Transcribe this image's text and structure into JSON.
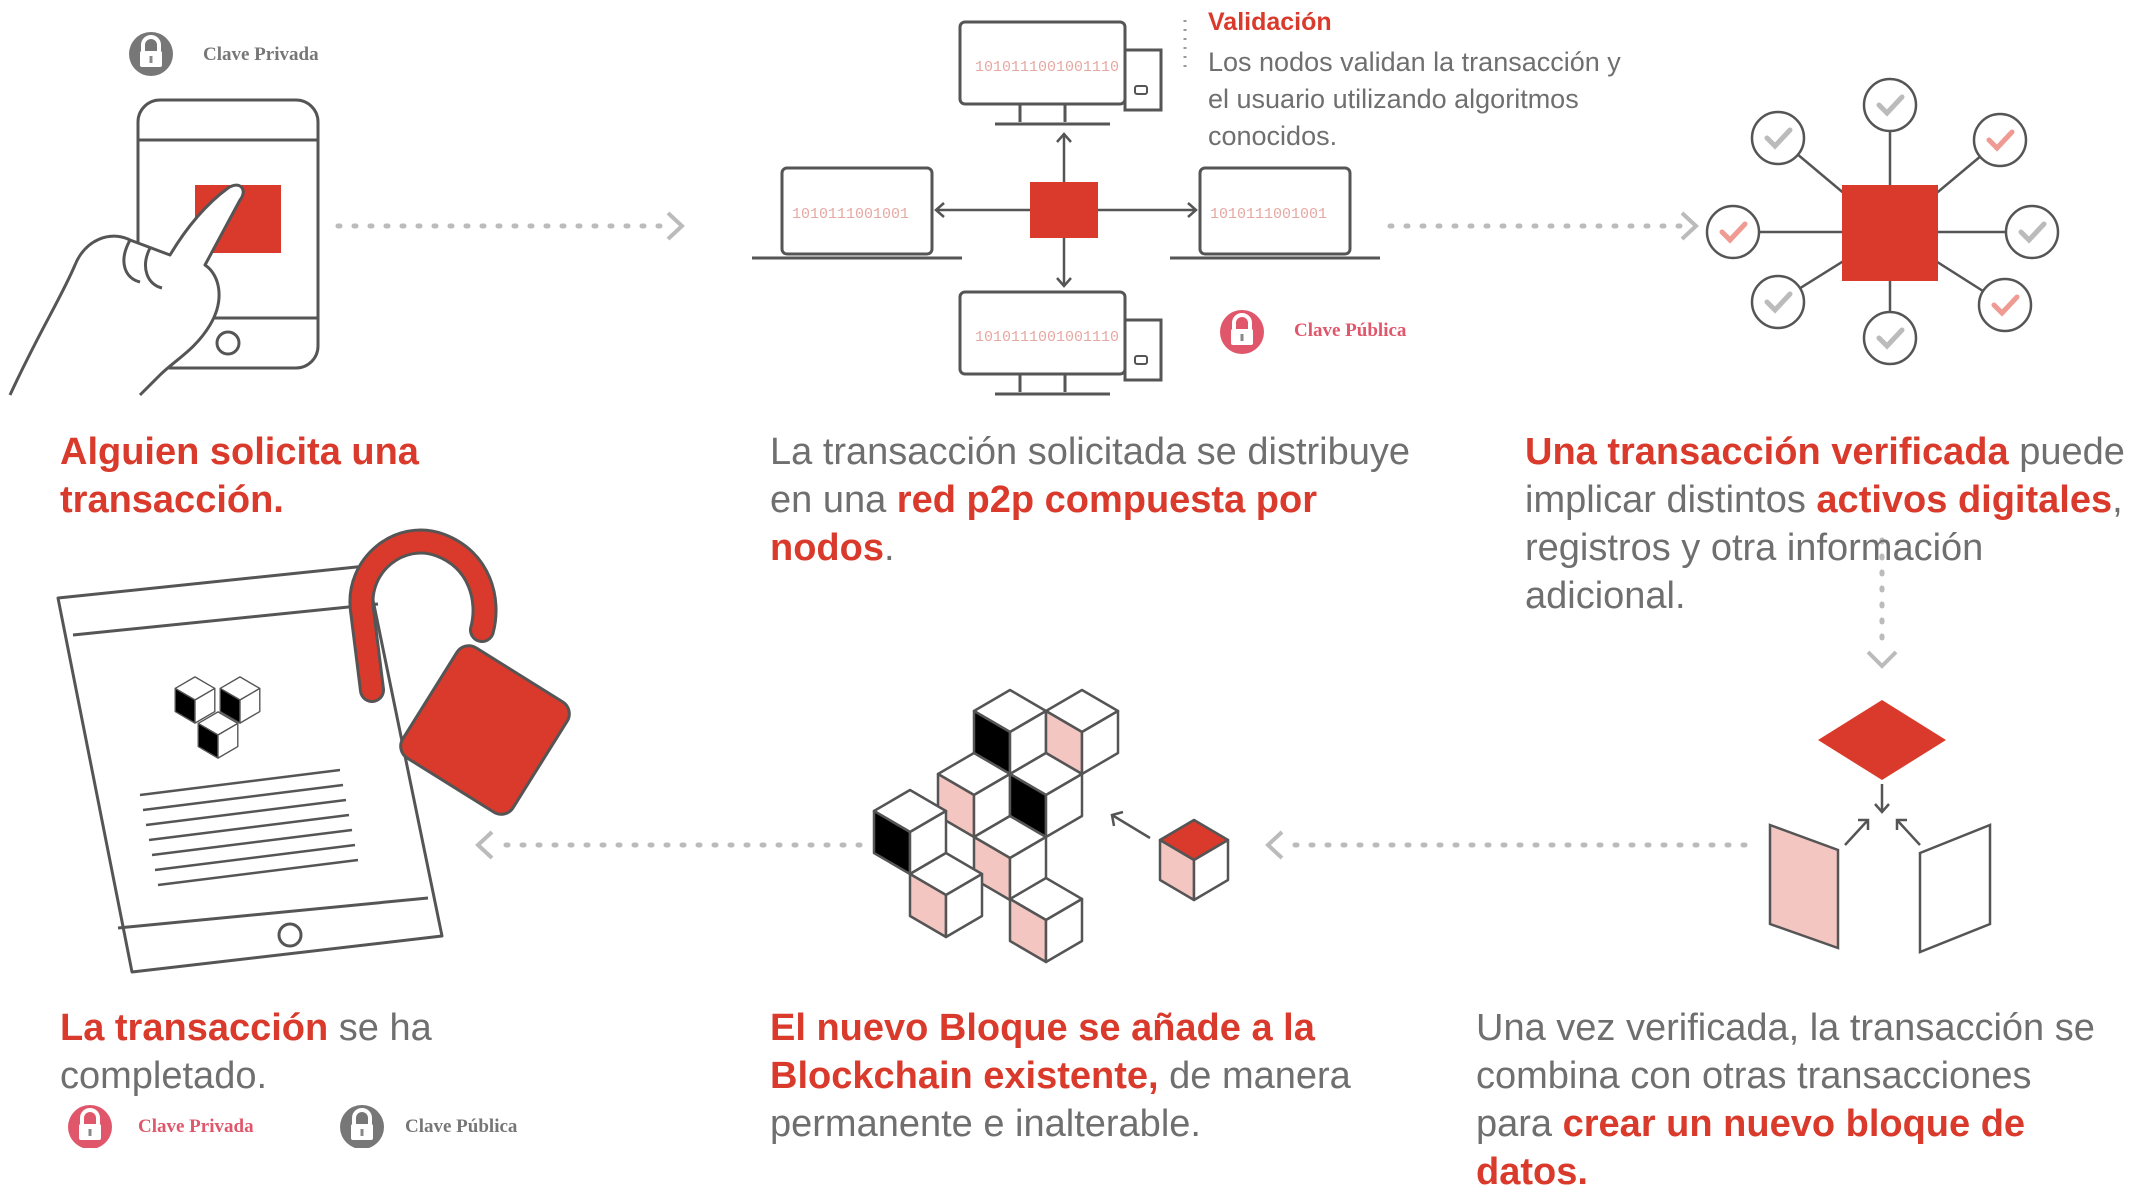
{
  "colors": {
    "accent": "#d93a2b",
    "pink": "#f4c6c2",
    "gray": "#6f6f6f",
    "line": "#555555"
  },
  "icons": [
    "lock-icon",
    "tablet-icon",
    "hand-icon",
    "laptop-icon",
    "desktop-icon",
    "check-node-icon",
    "cube-icon",
    "open-padlock-icon",
    "diamond-icon"
  ],
  "keys": {
    "top_private": "Clave Privada",
    "top_public": "Clave Pública",
    "bottom_private": "Clave Privada",
    "bottom_public": "Clave Pública"
  },
  "validation": {
    "title": "Validación",
    "text": "Los nodos validan la transacción y el usuario utilizando algoritmos conocidos."
  },
  "binary": {
    "desktop": "1010111001001110",
    "laptop": "1010111001001"
  },
  "steps": {
    "s1": {
      "hl": "Alguien solicita una transacción."
    },
    "s2": {
      "pre": "La transacción solicitada se distribuye en una ",
      "hl": "red p2p compuesta por nodos",
      "post": "."
    },
    "s3": {
      "hl1": "Una transacción verificada",
      "mid1": " puede implicar distintos ",
      "hl2": "activos digitales",
      "post": ", registros y otra información adicional."
    },
    "s4": {
      "pre": "Una vez verificada, la transacción se combina con otras transacciones para ",
      "hl": "crear un nuevo bloque de datos."
    },
    "s5": {
      "hl": "El nuevo Bloque se añade a la Blockchain existente,",
      "post": " de manera permanente e inalterable."
    },
    "s6": {
      "hl": "La transacción",
      "post": " se ha completado."
    }
  }
}
